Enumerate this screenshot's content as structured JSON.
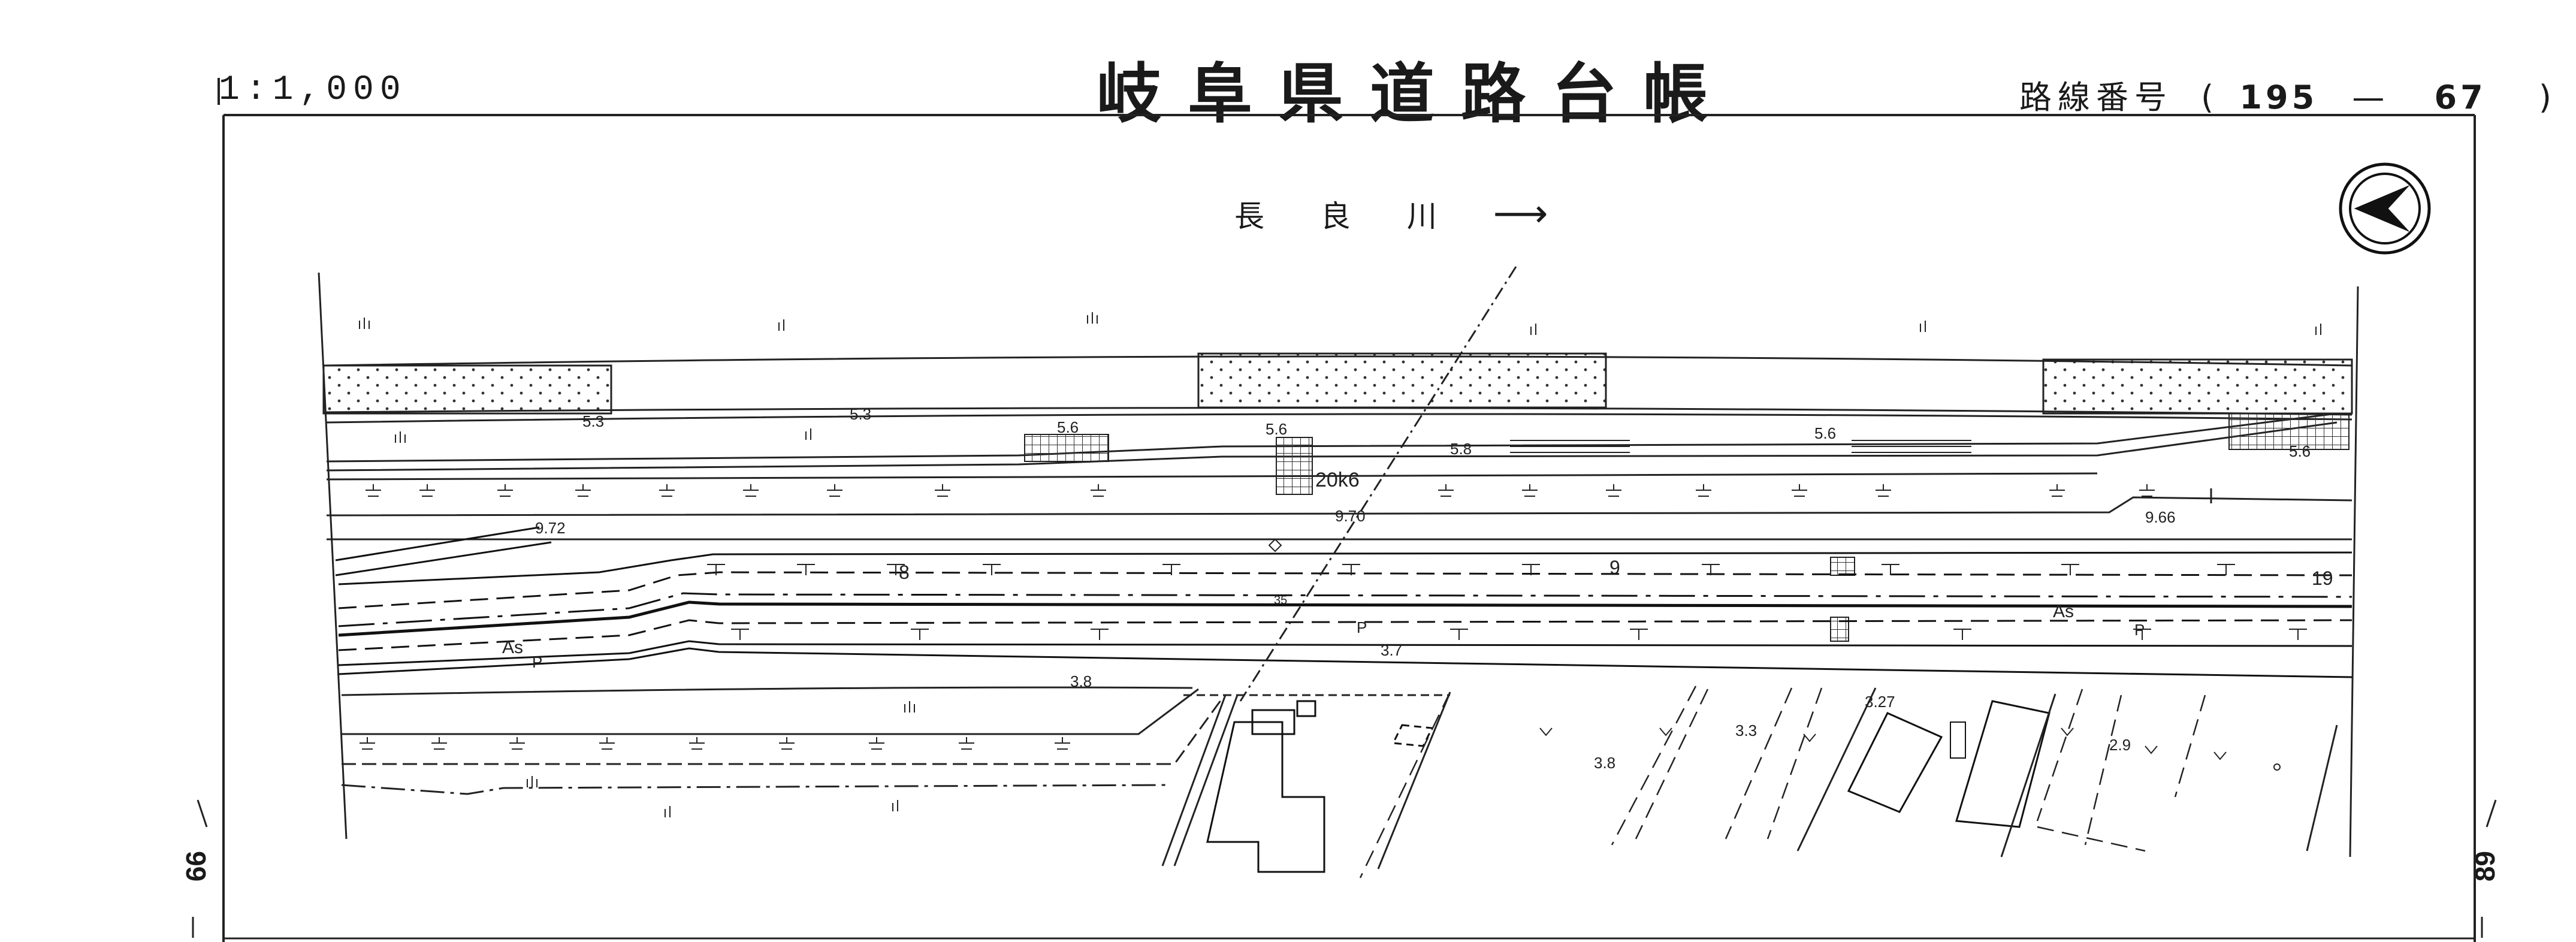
{
  "header": {
    "scale": "1:1,000",
    "title": "岐阜県道路台帳",
    "route_label": "路線番号",
    "route_paren_open": "(",
    "route_number": "195",
    "route_dash": "—",
    "route_section": "67",
    "route_paren_close": ")"
  },
  "river": {
    "chars": [
      "長",
      "良",
      "川"
    ],
    "arrow": "⟶"
  },
  "compass": {
    "icon": "north-arrow-icon"
  },
  "sheet_numbers": {
    "left": "99",
    "right": "89"
  },
  "map_labels": {
    "elev_1": "5.3",
    "elev_2": "5.3",
    "elev_3": "5.6",
    "elev_4": "5.6",
    "elev_5": "5.8",
    "elev_6": "5.6",
    "elev_7": "5.6",
    "station": "20k6",
    "elev_8": "9.72",
    "elev_9": "9.70",
    "elev_10": "9.66",
    "lane_8": "8",
    "lane_9": "9",
    "lane_19": "19",
    "mark_35": "35",
    "as_1": "As",
    "as_2": "As",
    "p_1": "P",
    "p_2": "P",
    "p_3": "P",
    "elev_11": "3.7",
    "elev_12": "3.8",
    "elev_13": "3.8",
    "elev_14": "3.3",
    "elev_15": "3.27",
    "elev_16": "2.9"
  }
}
